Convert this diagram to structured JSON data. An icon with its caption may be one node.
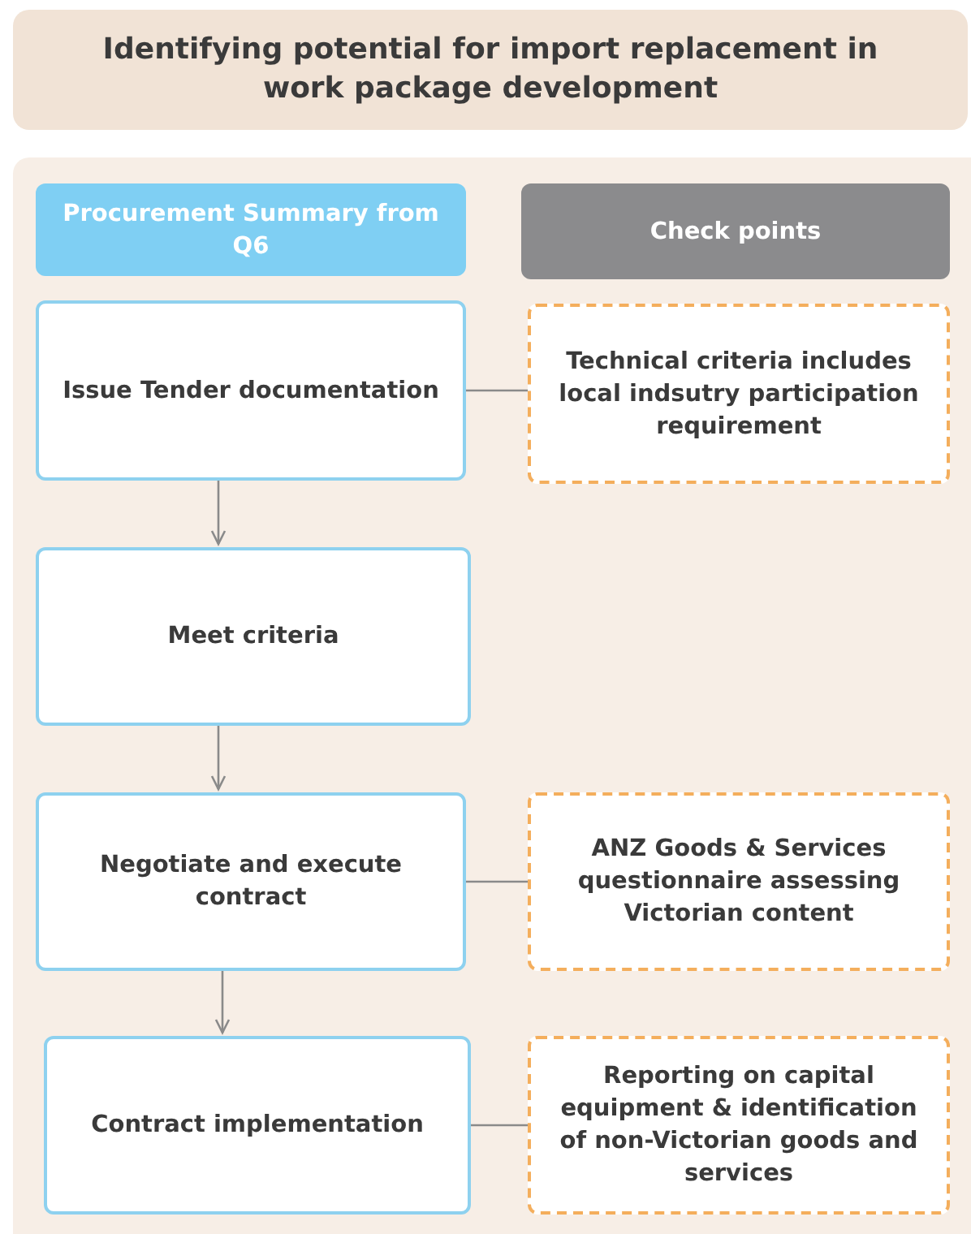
{
  "diagram": {
    "title": "Identifying potential for import replacement in work package development",
    "nodes": [
      {
        "text": [
          "Procurement Summary from Q6"
        ]
      },
      {
        "text": [
          "Check points"
        ]
      },
      {
        "text": [
          "Issue Tender documentation"
        ]
      },
      {
        "text": [
          "Technical criteria includes local indsutry participation requirement"
        ]
      },
      {
        "text": [
          "Meet criteria"
        ]
      },
      {
        "text": [
          "Negotiate and execute contract"
        ]
      },
      {
        "text": [
          "ANZ Goods & Services questionnaire assessing Victorian content"
        ]
      },
      {
        "text": [
          "Contract implementation"
        ]
      },
      {
        "text": [
          "Reporting on capital equipment & identification of non-Victorian goods and services"
        ]
      }
    ],
    "edges": [
      {
        "from": 2,
        "to": 3,
        "arrow": "none"
      },
      {
        "from": 2,
        "to": 4,
        "arrow": "to"
      },
      {
        "from": 4,
        "to": 5,
        "arrow": "to"
      },
      {
        "from": 5,
        "to": 6,
        "arrow": "none"
      },
      {
        "from": 5,
        "to": 7,
        "arrow": "to"
      },
      {
        "from": 7,
        "to": 8,
        "arrow": "none"
      }
    ]
  }
}
